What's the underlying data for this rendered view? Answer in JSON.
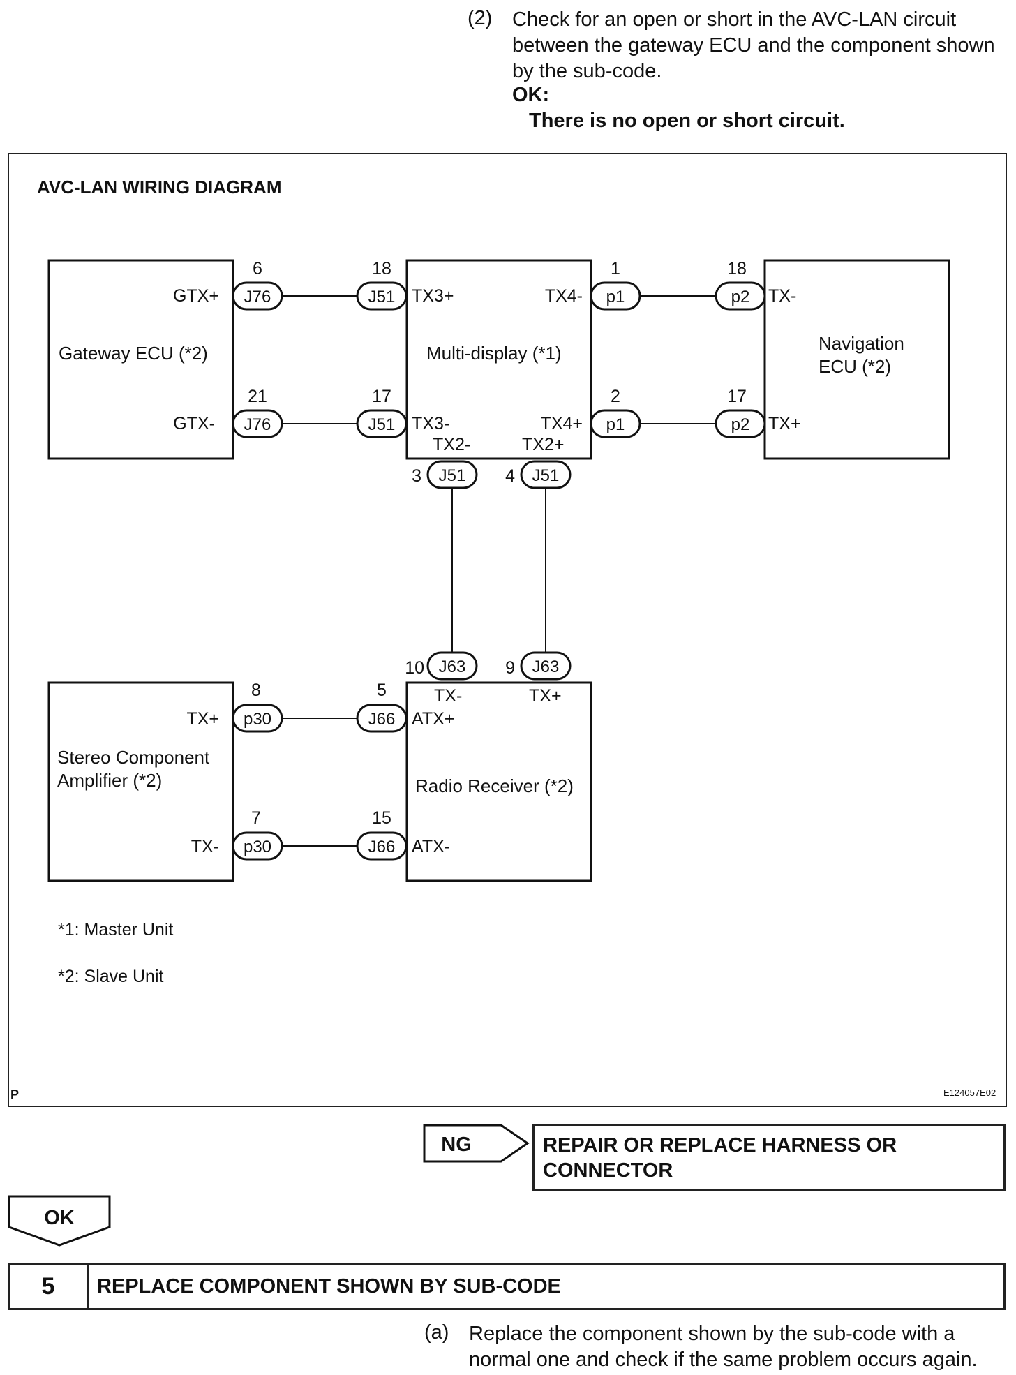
{
  "step4": {
    "item_no": "(2)",
    "text": "Check for an open or short in the AVC-LAN circuit between the gateway ECU and the component shown by the sub-code.",
    "ok_label": "OK:",
    "ok_text": "There is no open or short circuit."
  },
  "diagram": {
    "title": "AVC-LAN WIRING DIAGRAM",
    "components": {
      "gateway_ecu": "Gateway ECU (*2)",
      "multi_display": "Multi-display (*1)",
      "navigation_ecu_1": "Navigation",
      "navigation_ecu_2": "ECU (*2)",
      "stereo_amp_1": "Stereo Component",
      "stereo_amp_2": "Amplifier (*2)",
      "radio_receiver": "Radio Receiver (*2)"
    },
    "terminals": {
      "gtx_plus": "GTX+",
      "gtx_minus": "GTX-",
      "tx3_plus": "TX3+",
      "tx3_minus": "TX3-",
      "tx4_minus": "TX4-",
      "tx4_plus": "TX4+",
      "tx2_minus": "TX2-",
      "tx2_plus": "TX2+",
      "nav_tx_minus": "TX-",
      "nav_tx_plus": "TX+",
      "amp_tx_plus": "TX+",
      "amp_tx_minus": "TX-",
      "atx_plus": "ATX+",
      "atx_minus": "ATX-",
      "rr_tx_minus": "TX-",
      "rr_tx_plus": "TX+"
    },
    "connectors": {
      "j76_a": "J76",
      "j76_b": "J76",
      "j51_a": "J51",
      "j51_b": "J51",
      "j51_c": "J51",
      "j51_d": "J51",
      "p1_a": "p1",
      "p1_b": "p1",
      "p2_a": "p2",
      "p2_b": "p2",
      "j63_a": "J63",
      "j63_b": "J63",
      "p30_a": "p30",
      "p30_b": "p30",
      "j66_a": "J66",
      "j66_b": "J66"
    },
    "pins": {
      "j76_a": "6",
      "j76_b": "21",
      "j51_a": "18",
      "j51_b": "17",
      "j51_c": "3",
      "j51_d": "4",
      "p1_a": "1",
      "p1_b": "2",
      "p2_a": "18",
      "p2_b": "17",
      "j63_a": "10",
      "j63_b": "9",
      "p30_a": "8",
      "p30_b": "7",
      "j66_a": "5",
      "j66_b": "15"
    },
    "notes": [
      "*1: Master Unit",
      "*2: Slave Unit"
    ],
    "p_mark": "P",
    "figure_id": "E124057E02"
  },
  "ng": {
    "tag": "NG",
    "result": "REPAIR OR REPLACE HARNESS OR CONNECTOR"
  },
  "ok_tag": "OK",
  "step5": {
    "number": "5",
    "title": "REPLACE COMPONENT SHOWN BY SUB-CODE",
    "item_no": "(a)",
    "text": "Replace the component shown by the sub-code with a normal one and check if the same problem occurs again."
  }
}
